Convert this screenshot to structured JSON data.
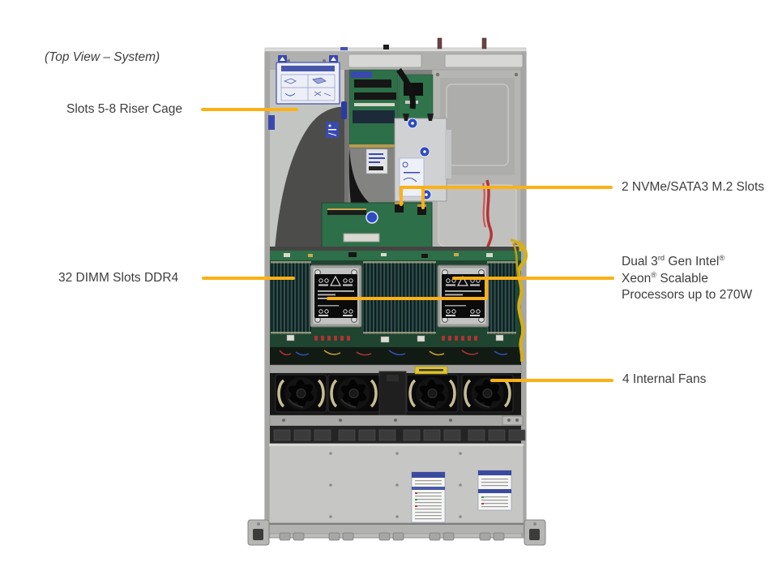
{
  "colors": {
    "callout_line": "#FBB116",
    "label_text": "#3D3D3D"
  },
  "title": "(Top View – System)",
  "callouts": {
    "riser_cage": "Slots 5-8 Riser Cage",
    "m2_slots": "2 NVMe/SATA3 M.2 Slots",
    "dimm_slots": "32 DIMM Slots DDR4",
    "cpu": {
      "l1a": "Dual 3",
      "l1_sup_ord": "rd",
      "l1b": " Gen Intel",
      "l1_sup_reg": "®",
      "l2a": "Xeon",
      "l2_sup_reg": "®",
      "l2b": " Scalable",
      "l3": "Processors up to 270W"
    },
    "internal_fans": "4 Internal  Fans"
  }
}
